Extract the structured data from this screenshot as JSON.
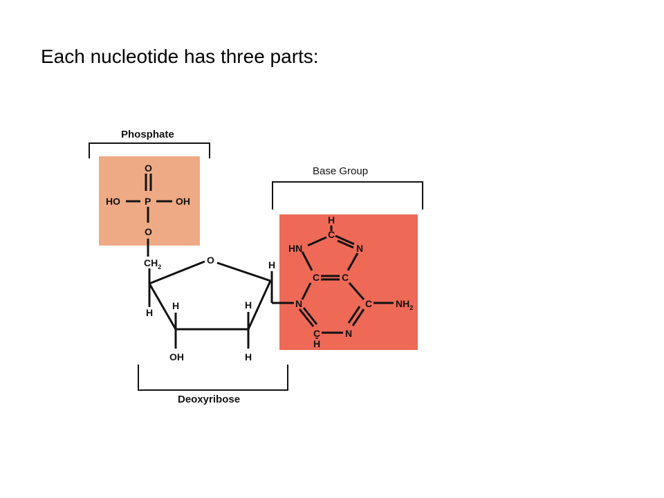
{
  "slide": {
    "title": "Each nucleotide has three parts:"
  },
  "labels": {
    "phosphate": "Phosphate",
    "base_group": "Base Group",
    "deoxyribose": "Deoxyribose"
  },
  "colors": {
    "phosphate_box": "#eeaa85",
    "base_box": "#ef6957",
    "bond": "#111111"
  },
  "atoms": {
    "phosphate": {
      "o_top": "O",
      "ho": "HO",
      "p": "P",
      "oh": "OH",
      "o_bridge": "O"
    },
    "sugar": {
      "ch": "CH",
      "ch_sub": "2",
      "ring_o": "O",
      "h_c4": "H",
      "h_c3": "H",
      "h_c2": "H",
      "h_c1": "H",
      "oh": "OH",
      "h_bottom": "H"
    },
    "base": {
      "h_top": "H",
      "c8": "C",
      "hn": "HN",
      "n7": "N",
      "c_left": "C",
      "c_right": "C",
      "n9": "N",
      "c6": "C",
      "nh": "NH",
      "nh_sub": "2",
      "c2": "C",
      "h_c2": "H",
      "n3": "N"
    }
  }
}
